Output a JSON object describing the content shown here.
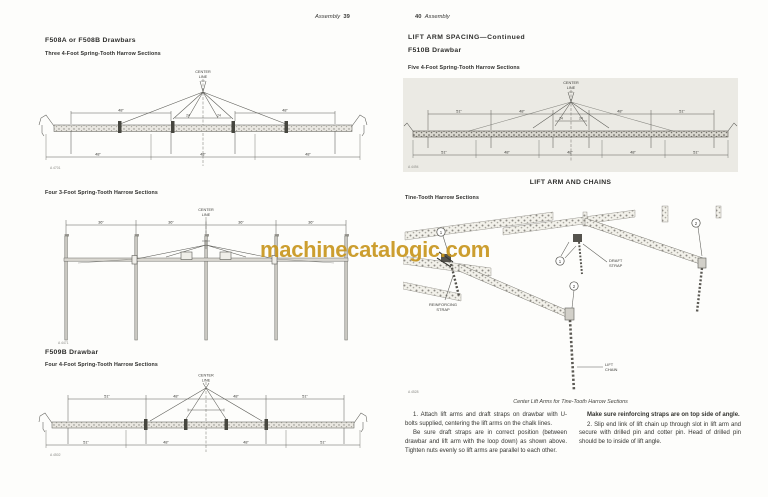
{
  "watermark": {
    "text": "machinecatalogic.com",
    "color": "#C8961E"
  },
  "lp": {
    "header_title": "Assembly",
    "header_page": "39",
    "s1_heading": "F508A or F508B Drawbars",
    "s1_sub": "Three 4-Foot Spring-Tooth Harrow Sections",
    "d1": {
      "cl": [
        "CENTER",
        "LINE"
      ],
      "top": [
        "48\"",
        "24",
        "24",
        "48\""
      ],
      "bottom": [
        "48\"",
        "48\"",
        "48\""
      ],
      "fig": "A 4701"
    },
    "s2_sub": "Four 3-Foot Spring-Tooth Harrow Sections",
    "d2": {
      "cl": [
        "CENTER",
        "LINE"
      ],
      "top": [
        "36\"",
        "36\"",
        "36\"",
        "36\""
      ],
      "fig": "A 4471"
    },
    "s3_heading": "F509B Drawbar",
    "s3_sub": "Four 4-Foot Spring-Tooth Harrow Sections",
    "d3": {
      "cl": [
        "CENTER",
        "LINE"
      ],
      "top": [
        "51\"",
        "48\"",
        "48\"",
        "51\""
      ],
      "bottom": [
        "51\"",
        "48\"",
        "48\"",
        "51\""
      ],
      "fig": "A 4502"
    }
  },
  "rp": {
    "header_page": "40",
    "header_title": "Assembly",
    "s1_heading": "LIFT ARM SPACING—Continued",
    "s1_sub1": "F510B Drawbar",
    "s1_sub2": "Five 4-Foot Spring-Tooth Harrow Sections",
    "d4": {
      "cl": [
        "CENTER",
        "LINE"
      ],
      "top": [
        "51\"",
        "48\"",
        "24",
        "24",
        "48\"",
        "51\""
      ],
      "bottom": [
        "51\"",
        "48\"",
        "48\"",
        "48\"",
        "51\""
      ],
      "fig": "A 4494"
    },
    "s2_heading": "LIFT ARM AND CHAINS",
    "s2_sub": "Tine-Tooth Harrow Sections",
    "d5": {
      "fig": "A 4528",
      "num1": "1",
      "num2": "2",
      "draft": [
        "DRAFT",
        "STRAP"
      ],
      "reinf": [
        "REINFORCING",
        "STRAP"
      ],
      "lift": [
        "LIFT",
        "CHAIN"
      ]
    },
    "caption": "Center Lift Arms for Tine-Tooth Harrow Sections",
    "p1": "1. Attach lift arms and draft straps on drawbar with U-bolts supplied, centering the lift arms on the chalk lines.",
    "p2": "Be sure draft straps are in correct position (between drawbar and lift arm with the loop down) as shown above. Tighten nuts evenly so lift arms are parallel to each other.",
    "p3": "Make sure reinforcing straps are on top side of angle.",
    "p4": "2. Slip end link of lift chain up through slot in lift arm and secure with drilled pin and cotter pin. Head of drilled pin should be to inside of lift angle."
  }
}
